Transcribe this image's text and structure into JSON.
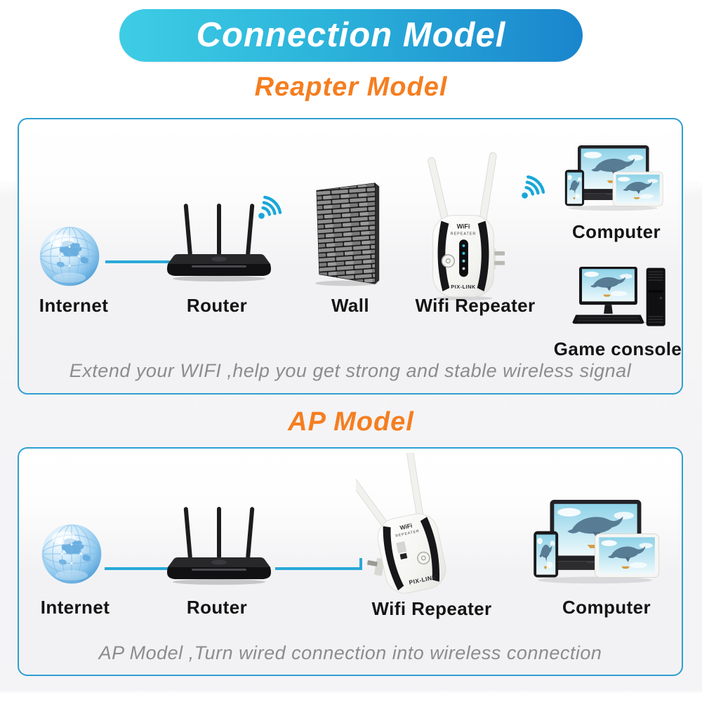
{
  "banner": {
    "title": "Connection Model"
  },
  "sections": [
    {
      "heading": "Reapter Model",
      "labels": {
        "internet": "Internet",
        "router": "Router",
        "wall": "Wall",
        "repeater": "Wifi Repeater",
        "computer": "Computer",
        "game_console": "Game console"
      },
      "caption": "Extend your WIFI ,help you get strong and stable wireless signal"
    },
    {
      "heading": "AP Model",
      "labels": {
        "internet": "Internet",
        "router": "Router",
        "repeater": "Wifi Repeater",
        "computer": "Computer"
      },
      "caption": "AP Model ,Turn wired connection into wireless connection"
    }
  ],
  "repeater_device": {
    "logo_line1": "WiFi",
    "logo_line2": "REPEATER",
    "brand": "PIX-LINK"
  },
  "colors": {
    "banner_gradient_left": "#3ecde5",
    "banner_gradient_right": "#1a85cd",
    "heading_orange": "#f57e20",
    "panel_border": "#2f9fd1",
    "connector_line": "#29a8d8",
    "wifi_icon": "#18a7d8",
    "caption_gray": "#8c8c8c"
  }
}
